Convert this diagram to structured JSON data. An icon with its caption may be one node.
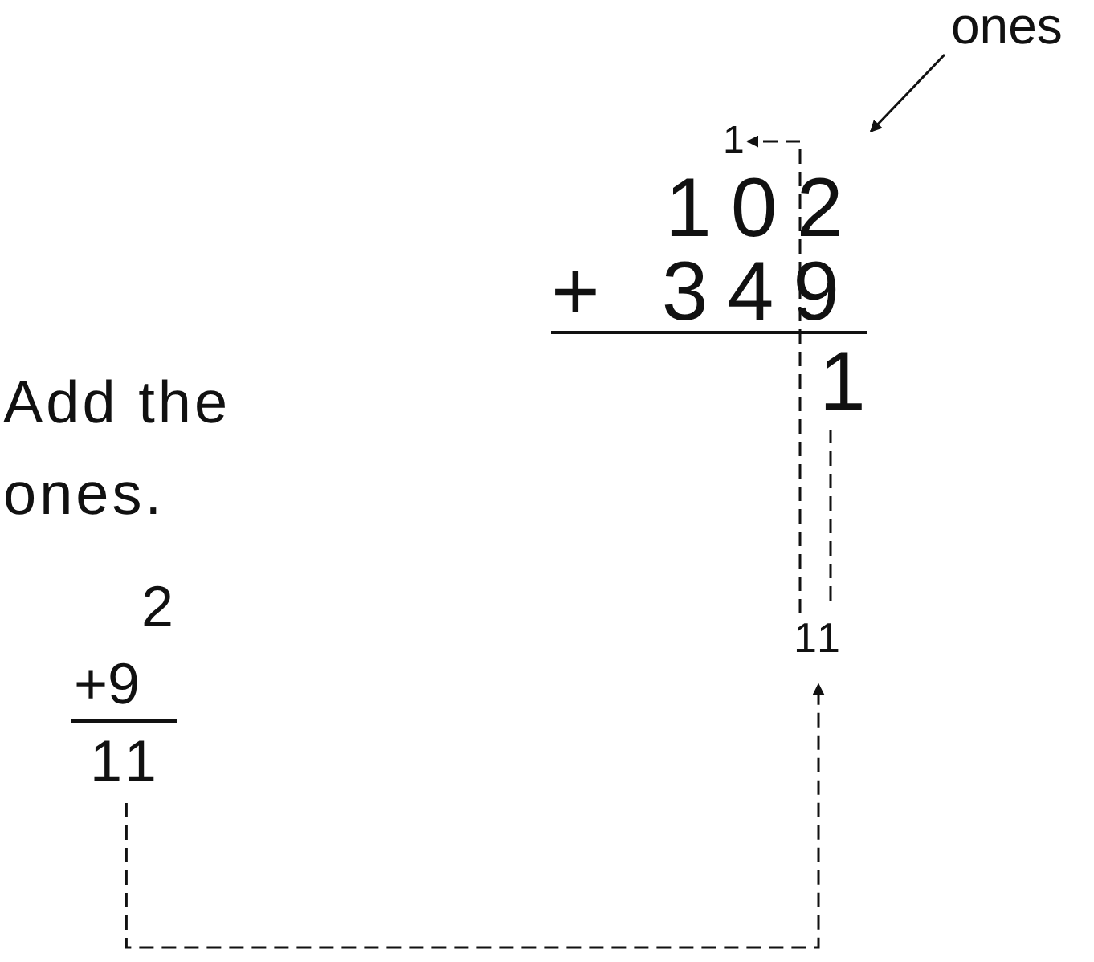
{
  "diagram": {
    "nodes": [
      {
        "text": [
          "ones"
        ]
      },
      {
        "text": [
          "1"
        ]
      },
      {
        "text": [
          "1"
        ]
      },
      {
        "text": [
          "11"
        ]
      },
      {
        "text": [
          "11"
        ]
      }
    ],
    "edges": [
      {
        "from": 0,
        "to": null,
        "arrow": "to"
      },
      {
        "from": 4,
        "to": 3,
        "arrow": "to",
        "style": "dashed"
      },
      {
        "from": 3,
        "to": 1,
        "arrow": "to",
        "style": "dashed"
      },
      {
        "from": 3,
        "to": 2,
        "arrow": "none",
        "style": "dashed"
      }
    ],
    "labels": [
      "102",
      "+ 349",
      "Add the ones.",
      "2",
      "+9"
    ]
  }
}
